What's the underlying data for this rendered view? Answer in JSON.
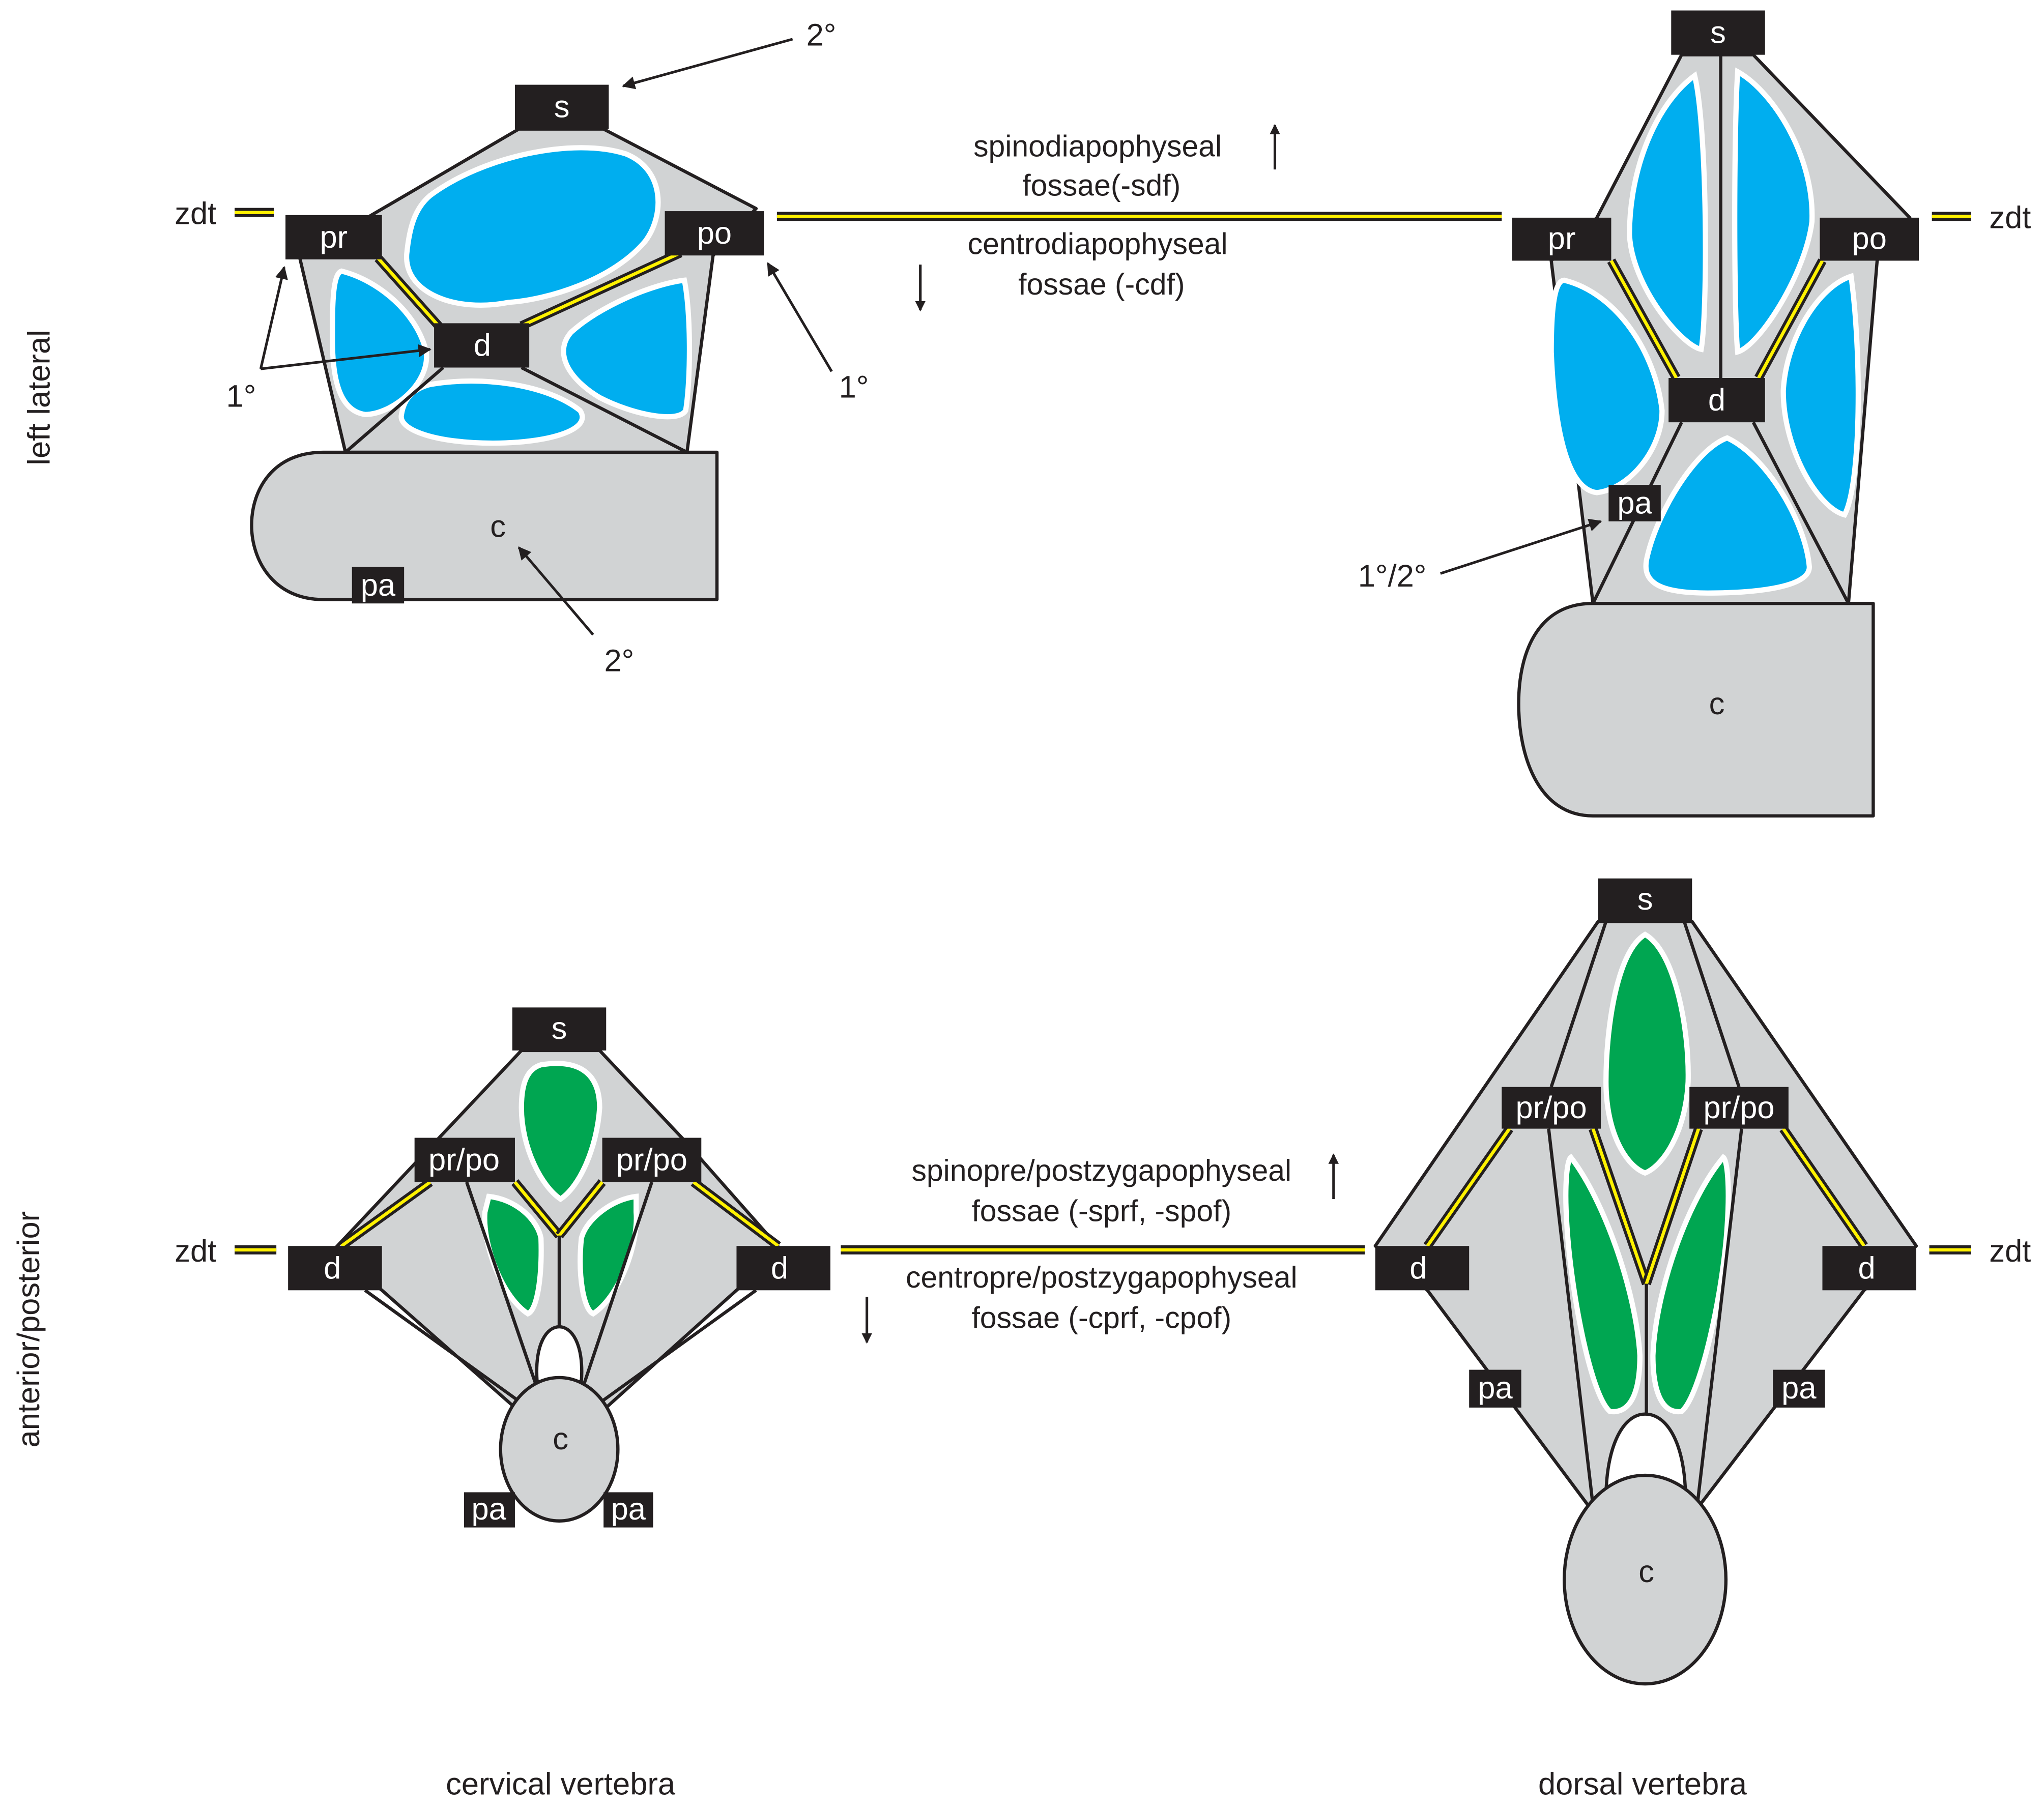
{
  "colors": {
    "fossa_lateral": "#00AEEF",
    "fossa_anterior": "#00A651",
    "bone": "#D1D3D4",
    "label_box": "#231F20",
    "lamina": "#FFF200"
  },
  "labels": {
    "s": "s",
    "pr": "pr",
    "po": "po",
    "d": "d",
    "c": "c",
    "pa": "pa",
    "prpo": "pr/po",
    "zdt": "zdt"
  },
  "annotations": {
    "secondary": "2°",
    "primary": "1°",
    "mixed": "1°/2°"
  },
  "top_legend": {
    "upper_line1": "spinodiapophyseal",
    "upper_line2": "fossae(-sdf)",
    "lower_line1": "centrodiapophyseal",
    "lower_line2": "fossae (-cdf)"
  },
  "bottom_legend": {
    "upper_line1": "spinopre/postzygapophyseal",
    "upper_line2": "fossae (-sprf, -spof)",
    "lower_line1": "centropre/postzygapophyseal",
    "lower_line2": "fossae (-cprf, -cpof)"
  },
  "row_labels": {
    "top": "left lateral",
    "bottom": "anterior/posterior"
  },
  "column_labels": {
    "left": "cervical vertebra",
    "right": "dorsal vertebra"
  }
}
